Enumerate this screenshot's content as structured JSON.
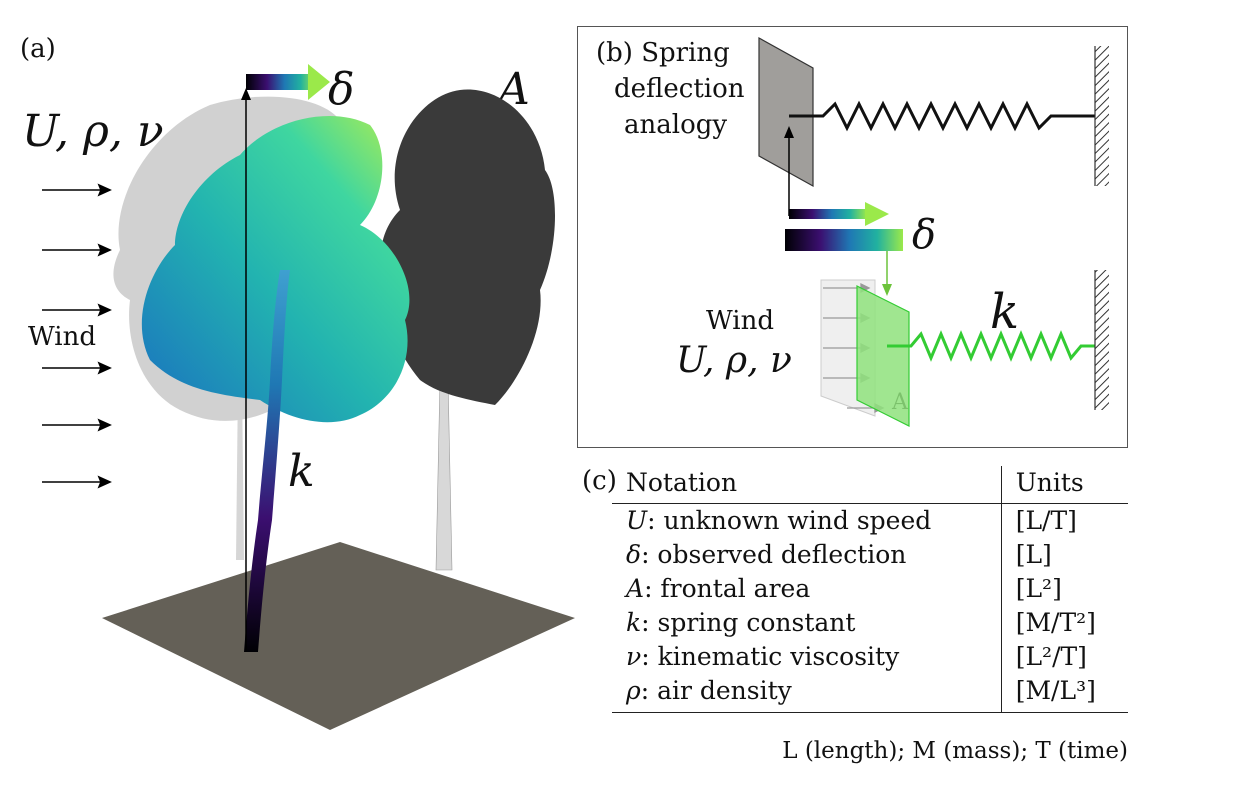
{
  "panel_a": {
    "tag": "(a)",
    "flow_vars": "U, ρ, ν",
    "wind_label": "Wind",
    "delta": "δ",
    "area": "A",
    "spring": "k"
  },
  "panel_b": {
    "tag": "(b) Spring",
    "title_line2": "deflection",
    "title_line3": "analogy",
    "area_label": "A",
    "delta": "δ",
    "spring": "k",
    "wind_label": "Wind",
    "flow_vars": "U, ρ, ν"
  },
  "panel_c": {
    "tag": "(c)",
    "headers": [
      "Notation",
      "Units"
    ],
    "rows": [
      {
        "sym": "U",
        "desc": ": unknown wind speed",
        "unit": "[L/T]"
      },
      {
        "sym": "δ",
        "desc": ": observed deflection",
        "unit": "[L]"
      },
      {
        "sym": "A",
        "desc": ": frontal area",
        "unit": "[L²]"
      },
      {
        "sym": "k",
        "desc": ": spring constant",
        "unit": "[M/T²]"
      },
      {
        "sym": "ν",
        "desc": ": kinematic viscosity",
        "unit": "[L²/T]"
      },
      {
        "sym": "ρ",
        "desc": ": air density",
        "unit": "[M/L³]"
      }
    ],
    "footnote": "L (length); M (mass); T (time)"
  },
  "colors": {
    "ground": "#646057",
    "dark_tree": "#3a3a3a",
    "spring_green": "#33cc33",
    "gradient": [
      "#000004",
      "#3b0f70",
      "#1f78b4",
      "#21b1a0",
      "#9be94a"
    ]
  }
}
